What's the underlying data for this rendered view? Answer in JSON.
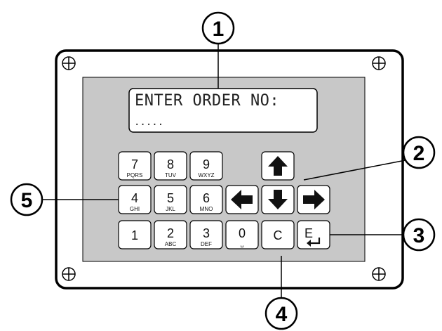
{
  "display": {
    "line1": "ENTER ORDER NO:",
    "line2": "....."
  },
  "keys": {
    "k7": {
      "main": "7",
      "sub": "PQRS"
    },
    "k8": {
      "main": "8",
      "sub": "TUV"
    },
    "k9": {
      "main": "9",
      "sub": "WXYZ"
    },
    "k4": {
      "main": "4",
      "sub": "GHI"
    },
    "k5": {
      "main": "5",
      "sub": "JKL"
    },
    "k6": {
      "main": "6",
      "sub": "MNO"
    },
    "k1": {
      "main": "1",
      "sub": ""
    },
    "k2": {
      "main": "2",
      "sub": "ABC"
    },
    "k3": {
      "main": "3",
      "sub": "DEF"
    },
    "k0": {
      "main": "0",
      "sub": "␣"
    },
    "clear": {
      "main": "C"
    },
    "enter": {
      "main": "E"
    }
  },
  "arrow_keys": [
    "arrow-up-icon",
    "arrow-left-icon",
    "arrow-down-icon",
    "arrow-right-icon"
  ],
  "callouts": {
    "c1": "1",
    "c2": "2",
    "c3": "3",
    "c4": "4",
    "c5": "5"
  },
  "colors": {
    "panel": "#c8c8c8",
    "key": "#ffffff",
    "outline": "#000000"
  }
}
